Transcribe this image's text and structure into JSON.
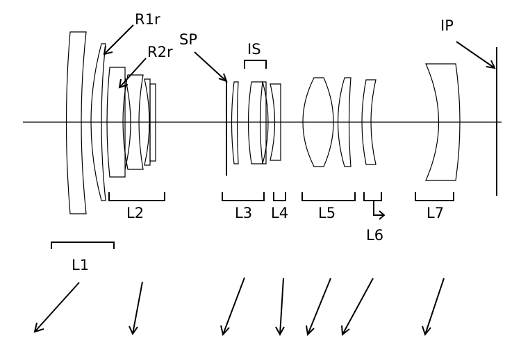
{
  "labels": {
    "r1r": "R1r",
    "r2r": "R2r",
    "sp": "SP",
    "is": "IS",
    "ip": "IP",
    "l1": "L1",
    "l2": "L2",
    "l3": "L3",
    "l4": "L4",
    "l5": "L5",
    "l6": "L6",
    "l7": "L7"
  },
  "colors": {
    "ink": "#000000",
    "background": "#ffffff"
  }
}
